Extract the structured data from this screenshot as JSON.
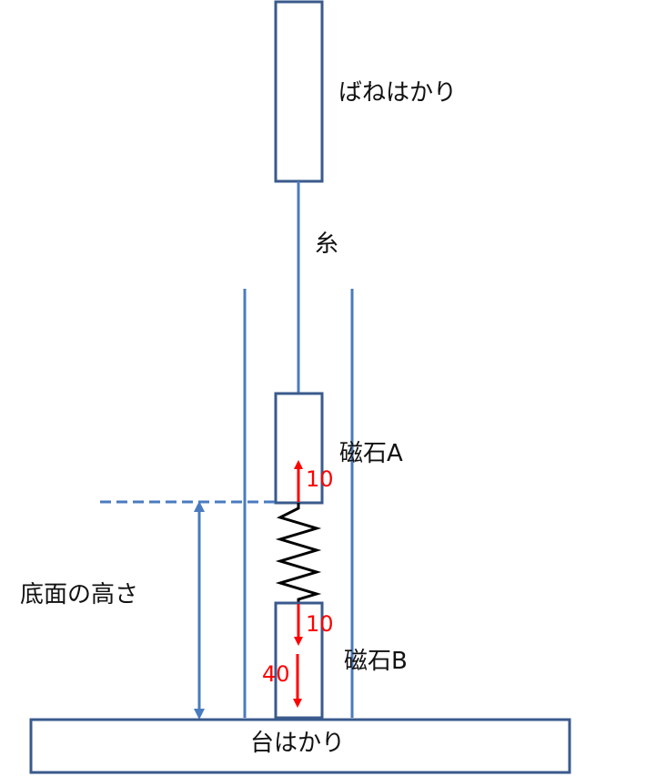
{
  "labels": {
    "spring_scale": "ばねはかり",
    "string": "糸",
    "magnet_a": "磁石A",
    "magnet_b": "磁石B",
    "bottom_height": "底面の高さ",
    "platform_scale": "台はかり"
  },
  "forces": {
    "magnet_a_up": "10",
    "magnet_b_down": "10",
    "magnet_b_weight": "40"
  },
  "colors": {
    "outline": "#3a5a8c",
    "guide": "#4a7bbf",
    "force": "#ff0000",
    "spring": "#000000",
    "text": "#111111"
  }
}
